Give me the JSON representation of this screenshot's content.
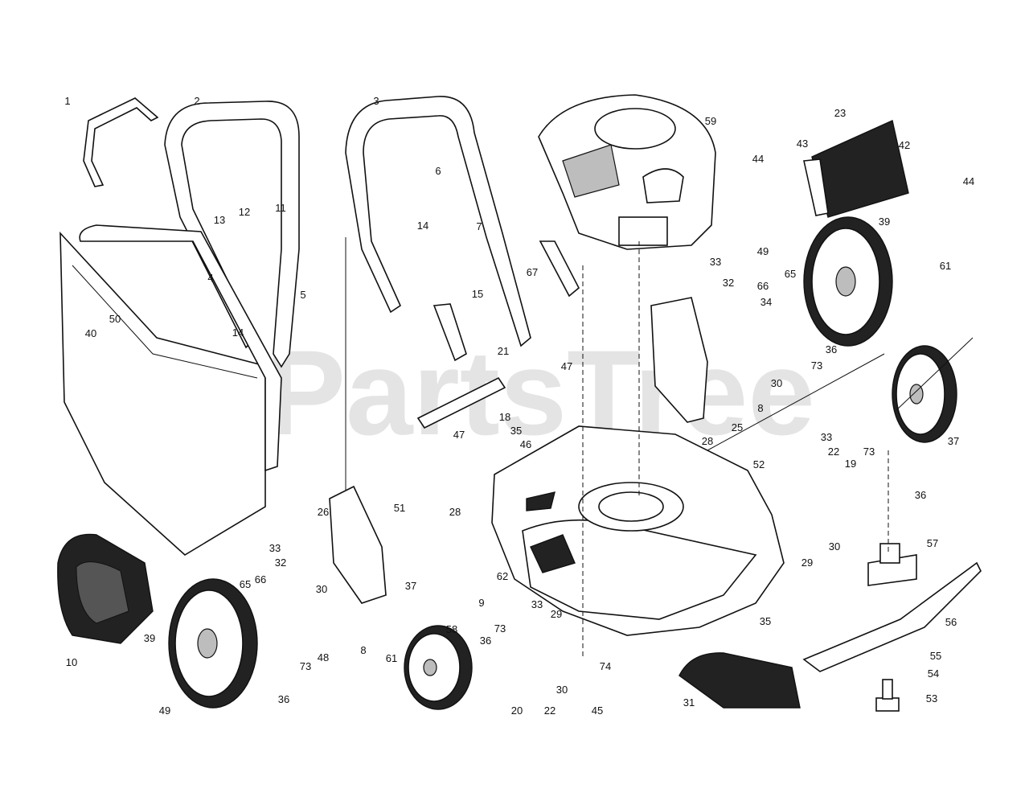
{
  "watermark": "PartsTree",
  "callouts": [
    {
      "id": "c1",
      "text": "1"
    },
    {
      "id": "c2",
      "text": "2"
    },
    {
      "id": "c3",
      "text": "3"
    },
    {
      "id": "c59",
      "text": "59"
    },
    {
      "id": "c23",
      "text": "23"
    },
    {
      "id": "c42",
      "text": "42"
    },
    {
      "id": "c44a",
      "text": "44"
    },
    {
      "id": "c43",
      "text": "43"
    },
    {
      "id": "c44b",
      "text": "44"
    },
    {
      "id": "c6",
      "text": "6"
    },
    {
      "id": "c7",
      "text": "7"
    },
    {
      "id": "c11",
      "text": "11"
    },
    {
      "id": "c12",
      "text": "12"
    },
    {
      "id": "c13",
      "text": "13"
    },
    {
      "id": "c14a",
      "text": "14"
    },
    {
      "id": "c67",
      "text": "67"
    },
    {
      "id": "c15",
      "text": "15"
    },
    {
      "id": "c4",
      "text": "4"
    },
    {
      "id": "c5",
      "text": "5"
    },
    {
      "id": "c14b",
      "text": "14"
    },
    {
      "id": "c40",
      "text": "40"
    },
    {
      "id": "c50",
      "text": "50"
    },
    {
      "id": "c21",
      "text": "21"
    },
    {
      "id": "c47a",
      "text": "47"
    },
    {
      "id": "c33a",
      "text": "33"
    },
    {
      "id": "c32a",
      "text": "32"
    },
    {
      "id": "c66a",
      "text": "66"
    },
    {
      "id": "c65a",
      "text": "65"
    },
    {
      "id": "c34",
      "text": "34"
    },
    {
      "id": "c49a",
      "text": "49"
    },
    {
      "id": "c39a",
      "text": "39"
    },
    {
      "id": "c36a",
      "text": "36"
    },
    {
      "id": "c73a",
      "text": "73"
    },
    {
      "id": "c30a",
      "text": "30"
    },
    {
      "id": "c8a",
      "text": "8"
    },
    {
      "id": "c25",
      "text": "25"
    },
    {
      "id": "c28a",
      "text": "28"
    },
    {
      "id": "c18",
      "text": "18"
    },
    {
      "id": "c35a",
      "text": "35"
    },
    {
      "id": "c47b",
      "text": "47"
    },
    {
      "id": "c46",
      "text": "46"
    },
    {
      "id": "c61a",
      "text": "61"
    },
    {
      "id": "c37a",
      "text": "37"
    },
    {
      "id": "c33b",
      "text": "33"
    },
    {
      "id": "c22a",
      "text": "22"
    },
    {
      "id": "c73b",
      "text": "73"
    },
    {
      "id": "c19",
      "text": "19"
    },
    {
      "id": "c36b",
      "text": "36"
    },
    {
      "id": "c52",
      "text": "52"
    },
    {
      "id": "c26",
      "text": "26"
    },
    {
      "id": "c51",
      "text": "51"
    },
    {
      "id": "c28b",
      "text": "28"
    },
    {
      "id": "c29a",
      "text": "29"
    },
    {
      "id": "c30b",
      "text": "30"
    },
    {
      "id": "c57",
      "text": "57"
    },
    {
      "id": "c33c",
      "text": "33"
    },
    {
      "id": "c32b",
      "text": "32"
    },
    {
      "id": "c65b",
      "text": "65"
    },
    {
      "id": "c66b",
      "text": "66"
    },
    {
      "id": "c30c",
      "text": "30"
    },
    {
      "id": "c62",
      "text": "62"
    },
    {
      "id": "c10",
      "text": "10"
    },
    {
      "id": "c37b",
      "text": "37"
    },
    {
      "id": "c33d",
      "text": "33"
    },
    {
      "id": "c29b",
      "text": "29"
    },
    {
      "id": "c58",
      "text": "58"
    },
    {
      "id": "c9",
      "text": "9"
    },
    {
      "id": "c73c",
      "text": "73"
    },
    {
      "id": "c35b",
      "text": "35"
    },
    {
      "id": "c56",
      "text": "56"
    },
    {
      "id": "c39b",
      "text": "39"
    },
    {
      "id": "c36c",
      "text": "36"
    },
    {
      "id": "c73d",
      "text": "73"
    },
    {
      "id": "c48",
      "text": "48"
    },
    {
      "id": "c8b",
      "text": "8"
    },
    {
      "id": "c36d",
      "text": "36"
    },
    {
      "id": "c74",
      "text": "74"
    },
    {
      "id": "c55",
      "text": "55"
    },
    {
      "id": "c61b",
      "text": "61"
    },
    {
      "id": "c54",
      "text": "54"
    },
    {
      "id": "c30d",
      "text": "30"
    },
    {
      "id": "c22b",
      "text": "22"
    },
    {
      "id": "c20",
      "text": "20"
    },
    {
      "id": "c45",
      "text": "45"
    },
    {
      "id": "c31",
      "text": "31"
    },
    {
      "id": "c53",
      "text": "53"
    },
    {
      "id": "c49b",
      "text": "49"
    }
  ]
}
